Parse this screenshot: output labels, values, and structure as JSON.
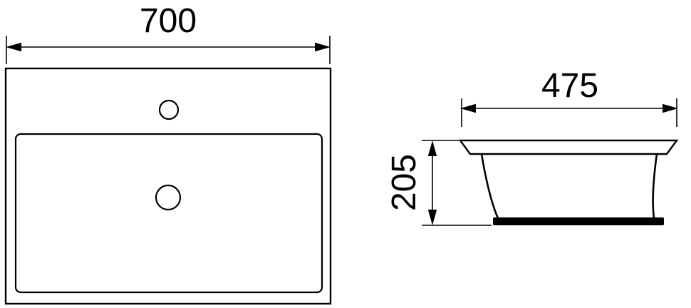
{
  "drawing": {
    "top_view": {
      "width_label": "700"
    },
    "side_view": {
      "width_label": "475",
      "height_label": "205"
    }
  },
  "colors": {
    "line": "#000000",
    "background": "#ffffff"
  }
}
